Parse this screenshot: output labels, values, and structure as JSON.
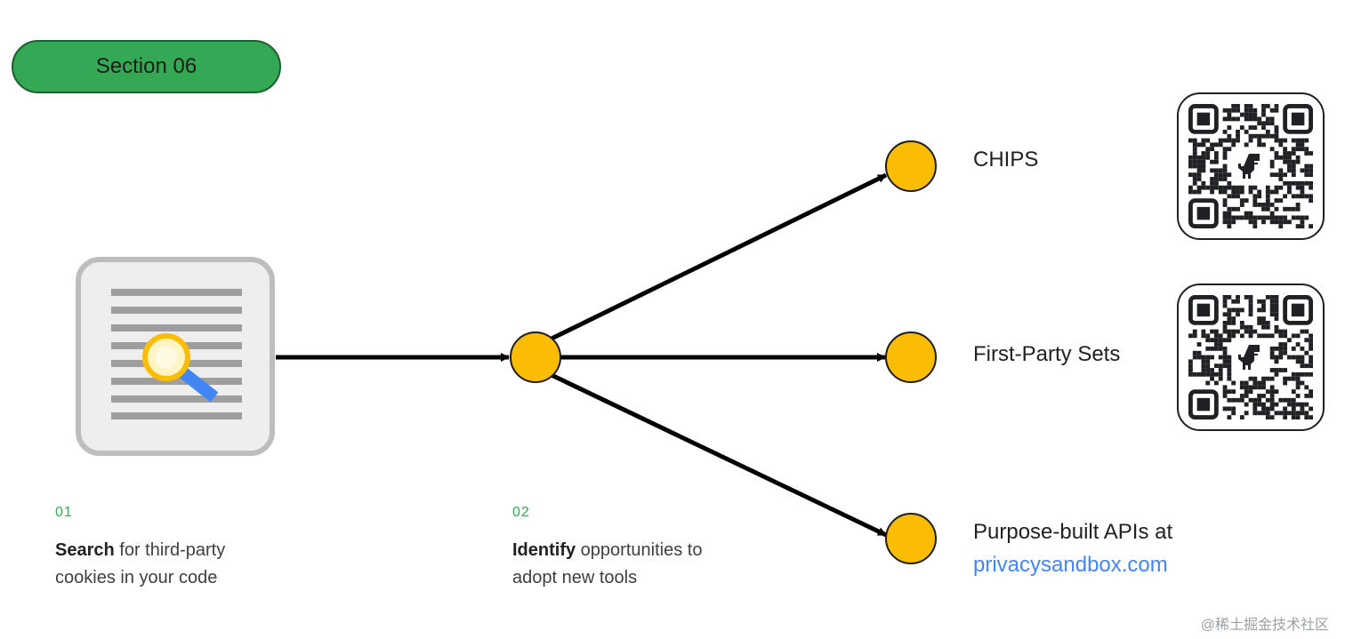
{
  "section": {
    "label": "Section 06"
  },
  "steps": [
    {
      "number": "01",
      "bold": "Search",
      "rest": " for third-party",
      "line2": "cookies in your code"
    },
    {
      "number": "02",
      "bold": "Identify",
      "rest": " opportunities to",
      "line2": "adopt new tools"
    }
  ],
  "destinations": [
    {
      "label": "CHIPS",
      "has_qr": true
    },
    {
      "label": "First-Party Sets",
      "has_qr": true
    },
    {
      "label": "Purpose-built APIs at",
      "link": "privacysandbox.com",
      "has_qr": false
    }
  ],
  "icons": {
    "document": "document-search-icon",
    "qr": "qr-code-icon",
    "dino": "dino-icon"
  },
  "colors": {
    "badge": "#34a853",
    "node": "#fbbc04",
    "arrow": "#000000",
    "link": "#4285f4",
    "step_number": "#34a853"
  },
  "watermark": "@稀土掘金技术社区"
}
